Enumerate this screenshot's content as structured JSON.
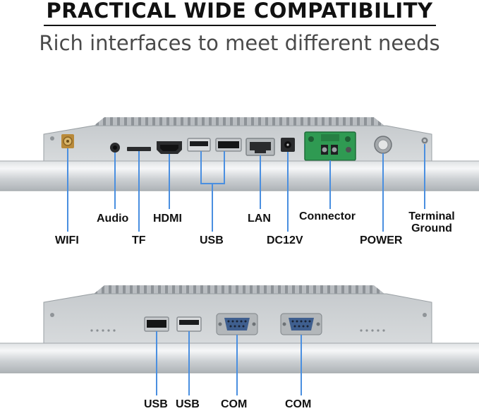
{
  "header": {
    "title": "PRACTICAL WIDE COMPATIBILITY",
    "subtitle": "Rich interfaces to meet different needs"
  },
  "colors": {
    "callout_line": "#4a8fe0",
    "connector_green": "#2f9a52",
    "chassis": "#cfd3d6"
  },
  "top_panel": {
    "labels": {
      "wifi": "WIFI",
      "audio": "Audio",
      "tf": "TF",
      "hdmi": "HDMI",
      "usb": "USB",
      "lan": "LAN",
      "dc12v": "DC12V",
      "connector": "Connector",
      "power": "POWER",
      "terminal_ground_line1": "Terminal",
      "terminal_ground_line2": "Ground"
    }
  },
  "bottom_panel": {
    "labels": {
      "usb_1": "USB",
      "usb_2": "USB",
      "com_1": "COM",
      "com_2": "COM"
    }
  }
}
